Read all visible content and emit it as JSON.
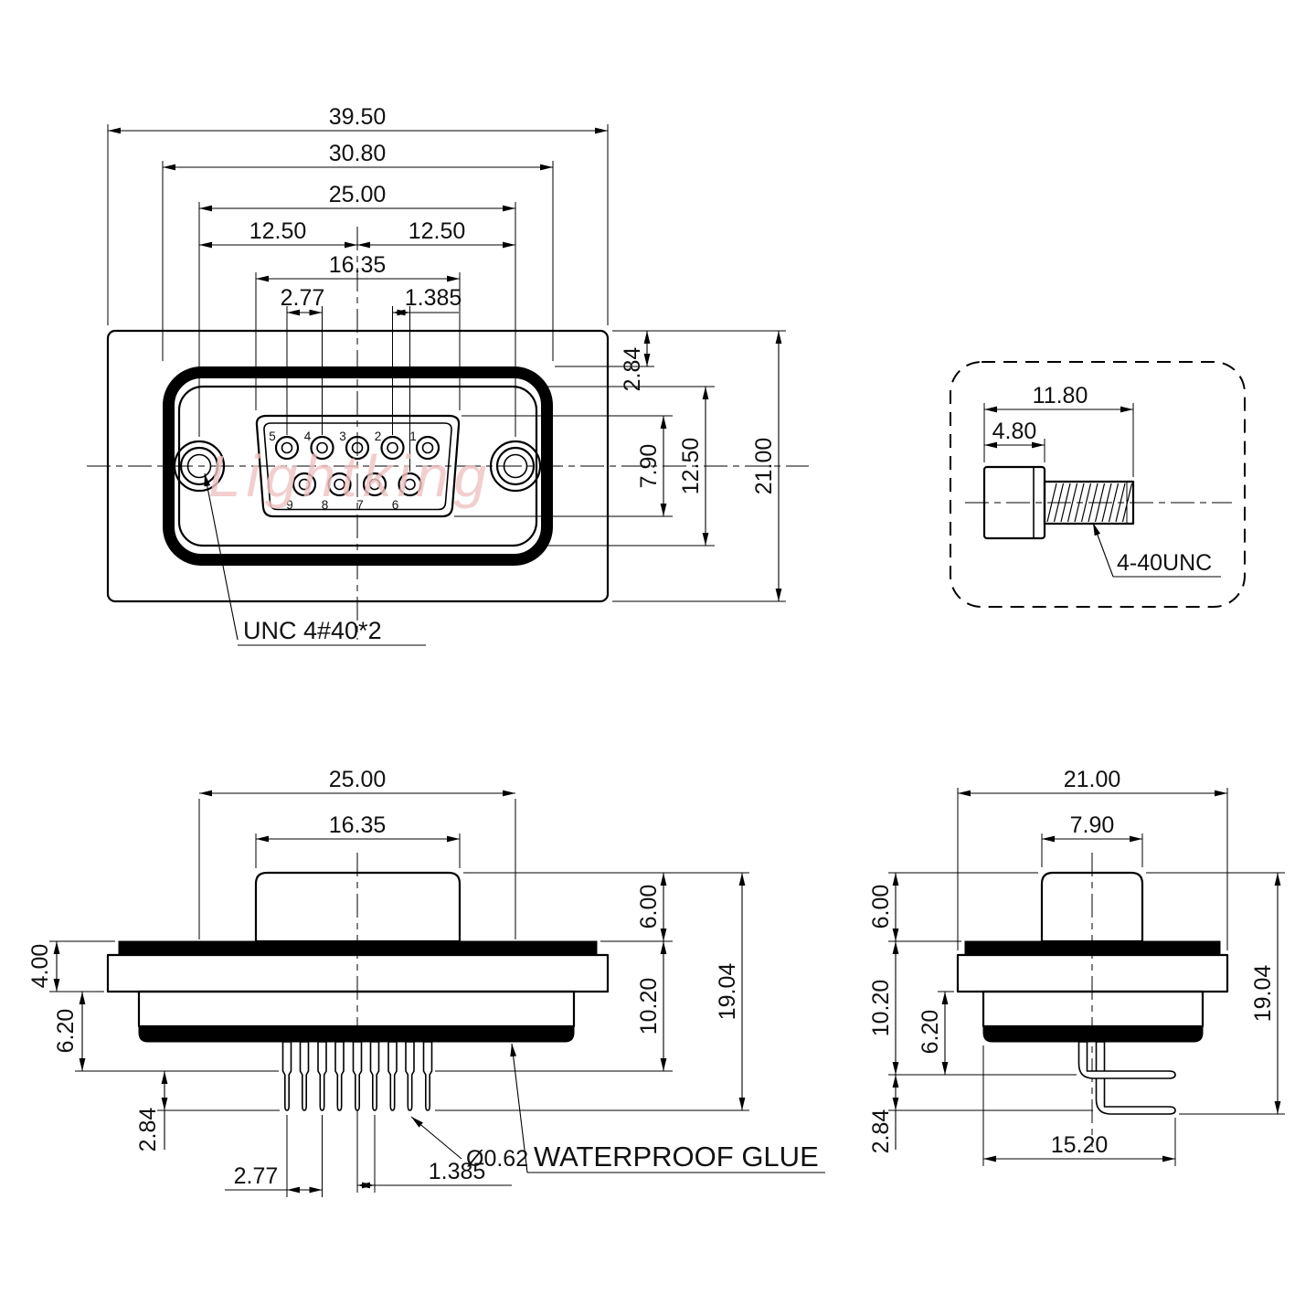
{
  "watermark": "Lightking",
  "front": {
    "dim_total_width": "39.50",
    "dim_flange_width": "30.80",
    "dim_screw_span": "25.00",
    "dim_half_left": "12.50",
    "dim_half_right": "12.50",
    "dim_shell_width": "16.35",
    "dim_pin_pitch": "2.77",
    "dim_half_pitch": "1.385",
    "dim_top_offset": "2.84",
    "dim_shell_height": "7.90",
    "dim_insert_height": "12.50",
    "dim_total_height": "21.00",
    "screw_thread_label": "UNC 4#40*2",
    "pin_numbers_top": [
      "5",
      "4",
      "3",
      "2",
      "1"
    ],
    "pin_numbers_bottom": [
      "9",
      "8",
      "7",
      "6"
    ]
  },
  "screw_detail": {
    "dim_total_length": "11.80",
    "dim_head_length": "4.80",
    "thread_label": "4-40UNC"
  },
  "side_view": {
    "dim_screw_span": "25.00",
    "dim_shell_width": "16.35",
    "dim_flange_thickness": "4.00",
    "dim_insert_depth": "6.20",
    "dim_pin_tail": "2.84",
    "dim_pin_pitch": "2.77",
    "dim_half_pitch": "1.385",
    "dim_pin_diameter": "Ø0.62",
    "dim_shell_height": "6.00",
    "dim_body_height": "10.20",
    "dim_total_height": "19.04",
    "glue_label": "WATERPROOF GLUE"
  },
  "end_view": {
    "dim_total_width": "21.00",
    "dim_shell_width": "7.90",
    "dim_shell_height": "6.00",
    "dim_body_height": "10.20",
    "dim_insert_depth": "6.20",
    "dim_row_pitch": "2.84",
    "dim_pin_length": "15.20",
    "dim_total_height": "19.04"
  }
}
